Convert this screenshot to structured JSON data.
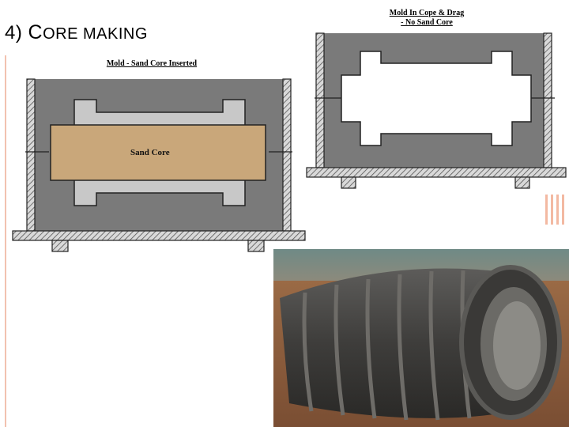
{
  "slide": {
    "title_number": "4)",
    "title_first_letter": "C",
    "title_rest": "ORE MAKING"
  },
  "diagram_left": {
    "label": "Mold - Sand Core Inserted",
    "core_label": "Sand Core"
  },
  "diagram_right": {
    "label_line1": "Mold In Cope & Drag",
    "label_line2": "- No Sand Core"
  },
  "photo": {
    "subject": "steel-pipe-mold-photo"
  },
  "colors": {
    "mold_gray": "#7a7a7a",
    "cavity_light": "#c8c8c8",
    "sand_core": "#c9a77a",
    "accent": "#f3b9a2"
  }
}
